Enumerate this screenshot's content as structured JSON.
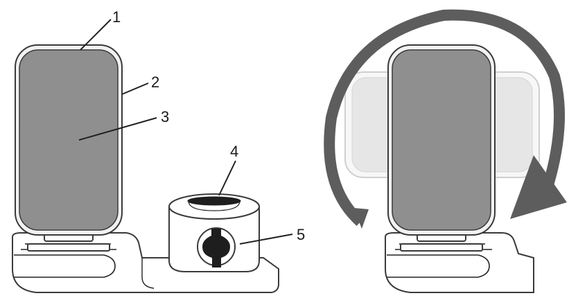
{
  "callouts": [
    {
      "number": "1"
    },
    {
      "number": "2"
    },
    {
      "number": "3"
    },
    {
      "number": "4"
    },
    {
      "number": "5"
    }
  ],
  "colors": {
    "panel_fill": "#8f8f8f",
    "panel_rim": "#f2f2f2",
    "outline": "#3a3a3a",
    "arrow": "#5d5d5d",
    "ghost_panel": "#ececec"
  }
}
